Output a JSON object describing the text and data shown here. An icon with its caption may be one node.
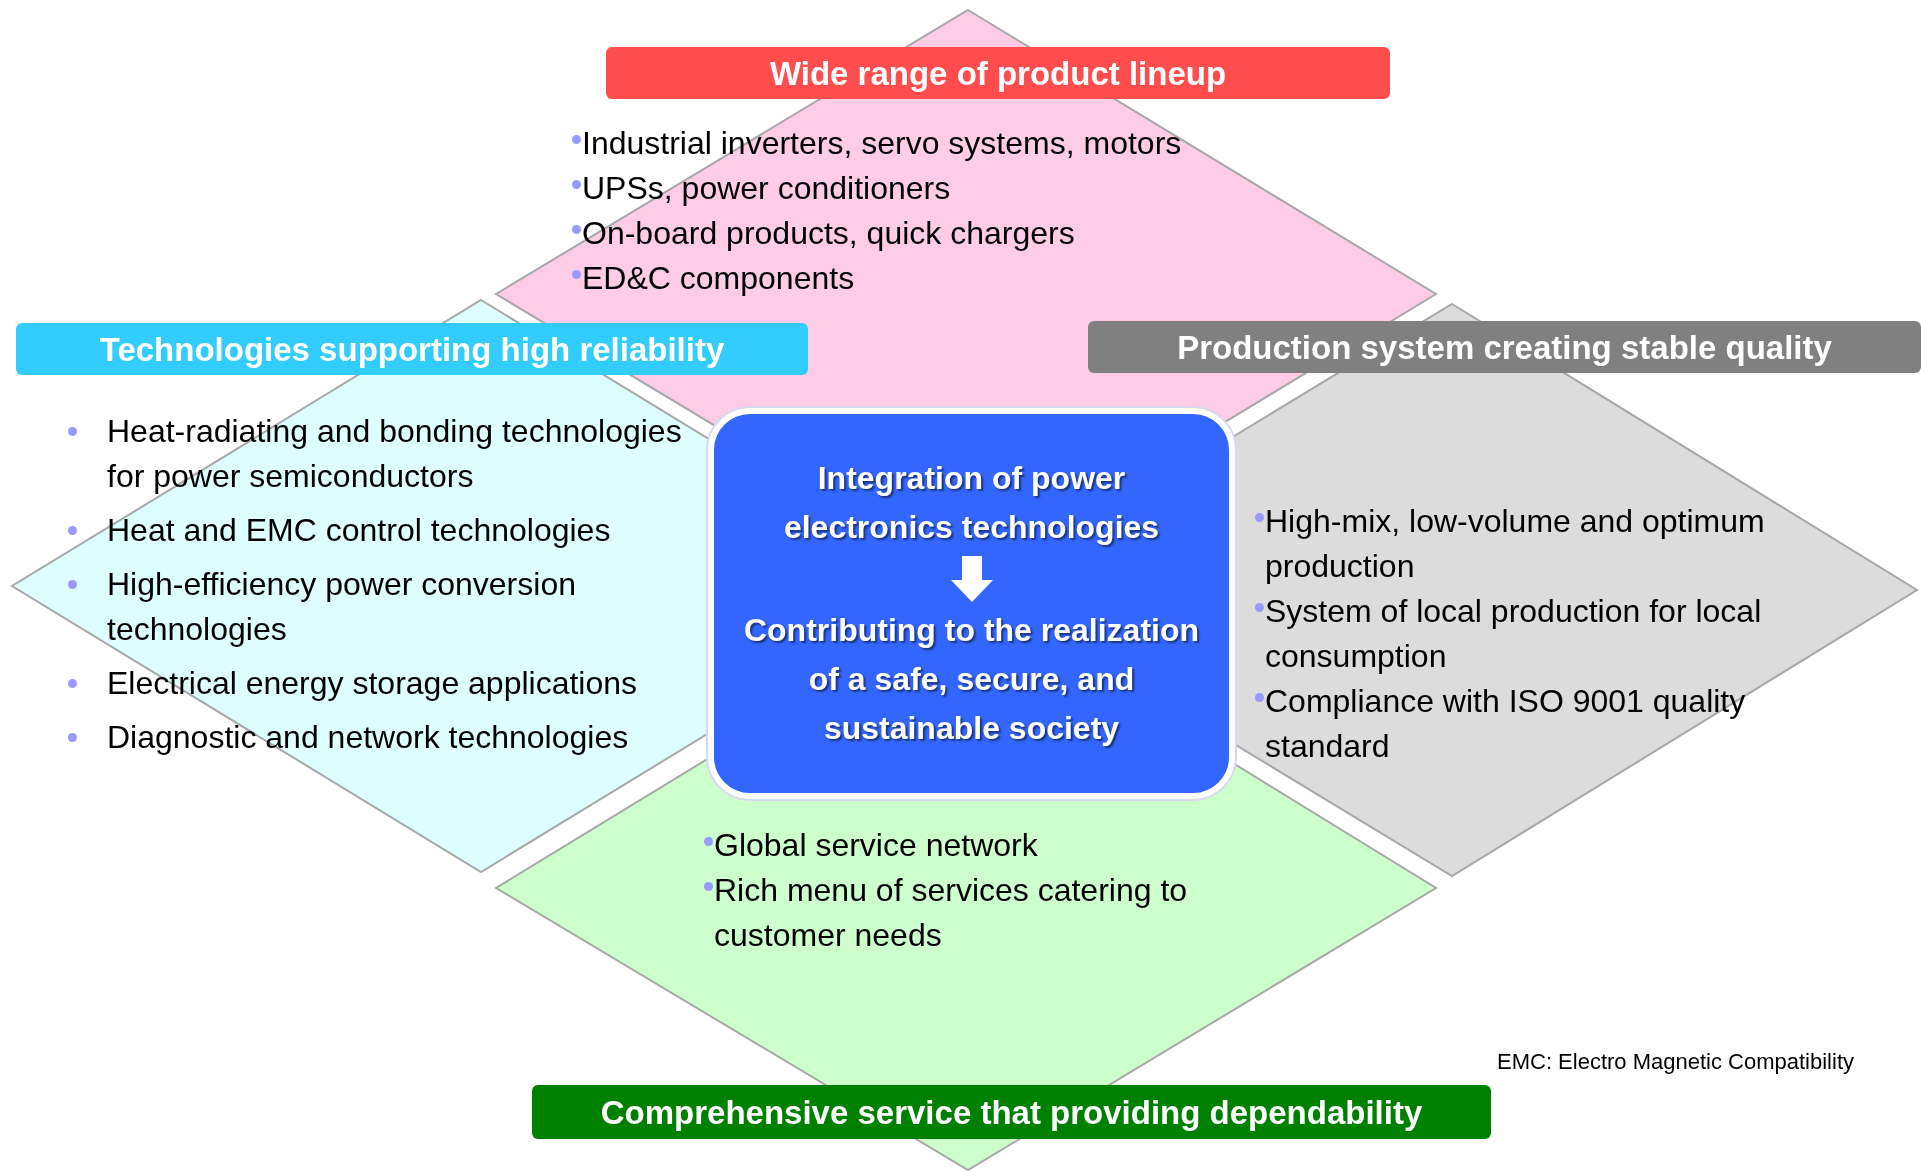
{
  "diagram": {
    "nodes": [
      {
        "text": [
          "Wide range of product lineup"
        ],
        "in": 1
      },
      {
        "text": [
          "Industrial inverters, servo systems, motors",
          "UPSs, power conditioners",
          "On-board products, quick chargers",
          "ED&C components"
        ]
      },
      {
        "text": [
          "Technologies supporting high reliability"
        ],
        "in": 4
      },
      {
        "text": [
          "Production system creating stable quality"
        ],
        "in": 6
      },
      {
        "text": [
          "Heat-radiating and bonding technologies for power semiconductors",
          "Heat and EMC control technologies",
          "High-efficiency power conversion technologies",
          "Electrical energy storage applications",
          "Diagnostic and network technologies"
        ]
      },
      {
        "text": [
          "Integration of power electronics technologies",
          "Contributing to the realization of a safe, secure, and sustainable society"
        ]
      },
      {
        "text": [
          "High-mix, low-volume and optimum production",
          "System of local production for local consumption",
          "Compliance with ISO 9001 quality standard"
        ]
      },
      {
        "text": [
          "Global service network",
          "Rich menu of services catering to customer needs"
        ]
      },
      {
        "text": [
          "Comprehensive service that providing dependability"
        ]
      }
    ],
    "labels": [
      "EMC: Electro Magnetic Compatibility"
    ]
  }
}
